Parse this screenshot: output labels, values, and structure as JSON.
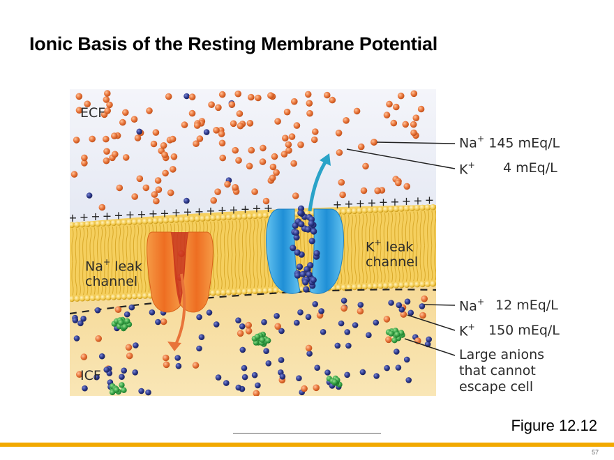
{
  "title": "Ionic Basis of the Resting Membrane Potential",
  "figure": {
    "ecf_label": "ECF",
    "icf_label": "ICF",
    "na_channel_label_line1": "Na",
    "na_channel_label_sup": "+",
    "na_channel_label_rest1": " leak",
    "na_channel_label_line2": "channel",
    "k_channel_label_line1": "K",
    "k_channel_label_sup": "+",
    "k_channel_label_rest1": " leak",
    "k_channel_label_line2": "channel",
    "outside_charge": "+",
    "colors": {
      "sodium": "#e8743a",
      "potassium": "#2e3a8c",
      "anions": "#3aa64a",
      "na_channel": "#f07a2a",
      "k_channel": "#2f9fe0",
      "membrane": "#f5cf5e",
      "ecf_bg": "#e9ecf5",
      "icf_bg": "#f6dca0"
    }
  },
  "legend": {
    "ecf_na_ion": "Na",
    "ecf_na_sup": "+",
    "ecf_na_value": "145 mEq/L",
    "ecf_k_ion": "K",
    "ecf_k_sup": "+",
    "ecf_k_value": "4 mEq/L",
    "icf_na_ion": "Na",
    "icf_na_sup": "+",
    "icf_na_value": "12 mEq/L",
    "icf_k_ion": "K",
    "icf_k_sup": "+",
    "icf_k_value": "150 mEq/L",
    "anions_line1": "Large anions",
    "anions_line2": "that cannot",
    "anions_line3": "escape cell"
  },
  "caption": "Figure 12.12",
  "page_number": "57"
}
